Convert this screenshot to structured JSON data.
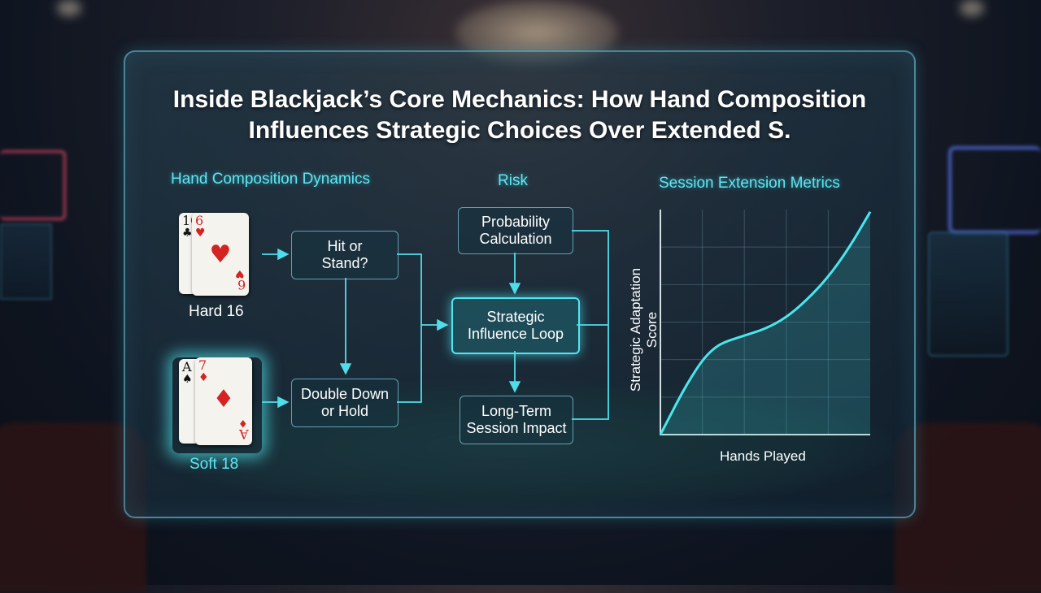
{
  "title": {
    "line1": "Inside Blackjack’s Core Mechanics: How Hand Composition",
    "line2": "Influences Strategic Choices Over Extended S."
  },
  "sections": {
    "hand_composition": "Hand Composition Dynamics",
    "risk": "Risk",
    "session_metrics": "Session Extension Metrics"
  },
  "hands": {
    "hard": {
      "label": "Hard 16",
      "card1": {
        "rank": "10",
        "suit": "♣"
      },
      "card2": {
        "rank": "6",
        "suit": "♥"
      }
    },
    "soft": {
      "label": "Soft 18",
      "card1": {
        "rank": "A",
        "suit": "♠"
      },
      "card2": {
        "rank": "7",
        "suit": "♦"
      }
    }
  },
  "flow": {
    "hit_stand": [
      "Hit or",
      "Stand?"
    ],
    "double_down": [
      "Double Down",
      "or Hold"
    ],
    "probability": [
      "Probability",
      "Calculation"
    ],
    "strategic_loop": [
      "Strategic",
      "Influence Loop"
    ],
    "long_term": [
      "Long-Term",
      "Session Impact"
    ]
  },
  "colors": {
    "accent": "#5fe6f0",
    "panel_border": "#6ed2e6",
    "card_red": "#d42323"
  },
  "chart_data": {
    "type": "line",
    "title": "Session Extension Metrics",
    "xlabel": "Hands Played",
    "ylabel": "Strategic Adaptation Score",
    "xlim": [
      0,
      1
    ],
    "ylim": [
      0,
      1
    ],
    "grid": true,
    "series": [
      {
        "values_x": [
          0,
          0.05,
          0.1,
          0.15,
          0.2,
          0.25,
          0.3,
          0.4,
          0.5,
          0.6,
          0.7,
          0.8,
          0.9,
          1.0
        ],
        "values_y": [
          0,
          0.09,
          0.18,
          0.26,
          0.33,
          0.38,
          0.41,
          0.44,
          0.47,
          0.52,
          0.6,
          0.7,
          0.83,
          0.99
        ]
      }
    ]
  }
}
